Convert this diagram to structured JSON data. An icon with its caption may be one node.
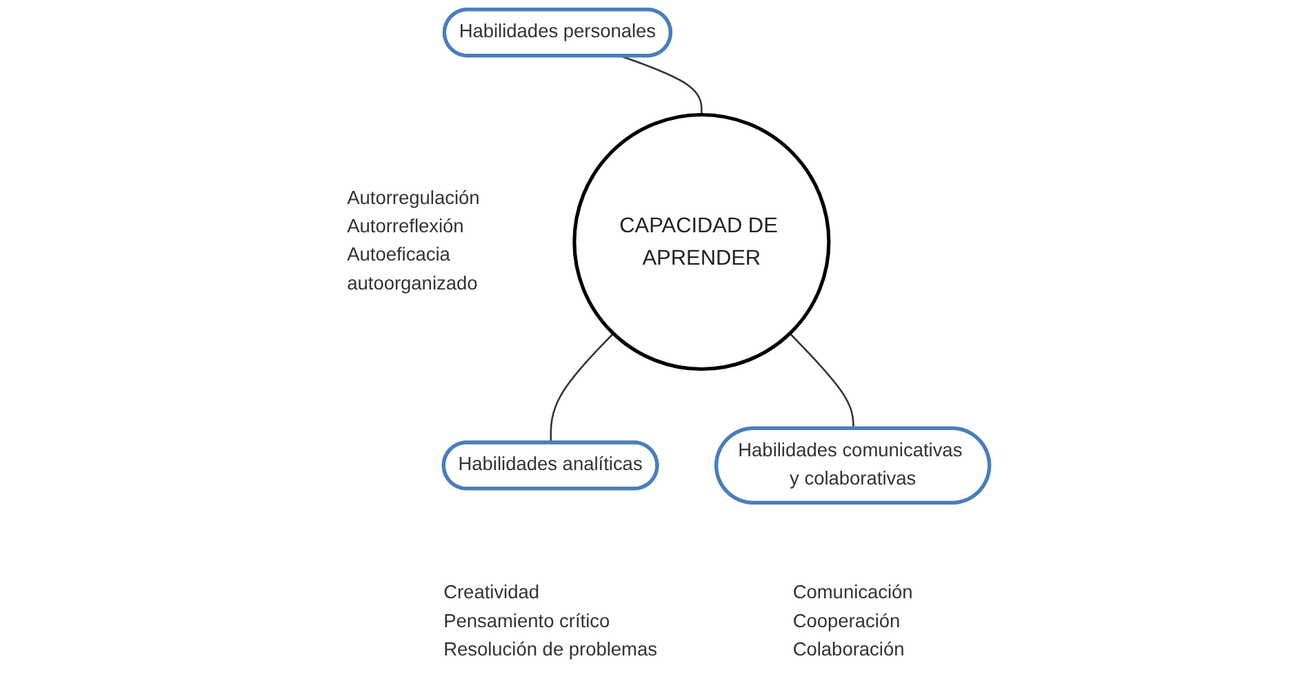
{
  "diagram": {
    "nodes": [
      {
        "text": [
          "Habilidades personales"
        ],
        "beside": [
          "Autorregulación",
          "Autorreflexión",
          "Autoeficacia",
          "autoorganizado"
        ]
      },
      {
        "text": [
          "CAPACIDAD DE APRENDER"
        ]
      },
      {
        "text": [
          "Habilidades analíticas"
        ],
        "beside": [
          "Creatividad",
          "Pensamiento crítico",
          "Resolución de problemas"
        ]
      },
      {
        "text": [
          "Habilidades comunicativas y colaborativas"
        ],
        "beside": [
          "Comunicación",
          "Cooperación",
          "Colaboración"
        ]
      }
    ],
    "edges": [
      {
        "from": 0,
        "to": 1,
        "arrow": "none"
      },
      {
        "from": 1,
        "to": 2,
        "arrow": "none"
      },
      {
        "from": 1,
        "to": 3,
        "arrow": "none"
      }
    ]
  }
}
